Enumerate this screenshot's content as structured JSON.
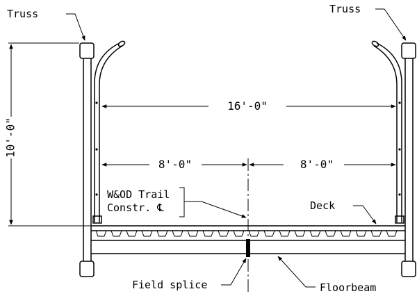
{
  "labels": {
    "truss_left": "Truss",
    "truss_right": "Truss",
    "height_dim": "10'-0\"",
    "width_total": "16'-0\"",
    "width_left": "8'-0\"",
    "width_right": "8'-0\"",
    "trail_line1": "W&OD Trail",
    "trail_line2": "Constr. ℄",
    "deck": "Deck",
    "field_splice": "Field splice",
    "floorbeam": "Floorbeam"
  }
}
